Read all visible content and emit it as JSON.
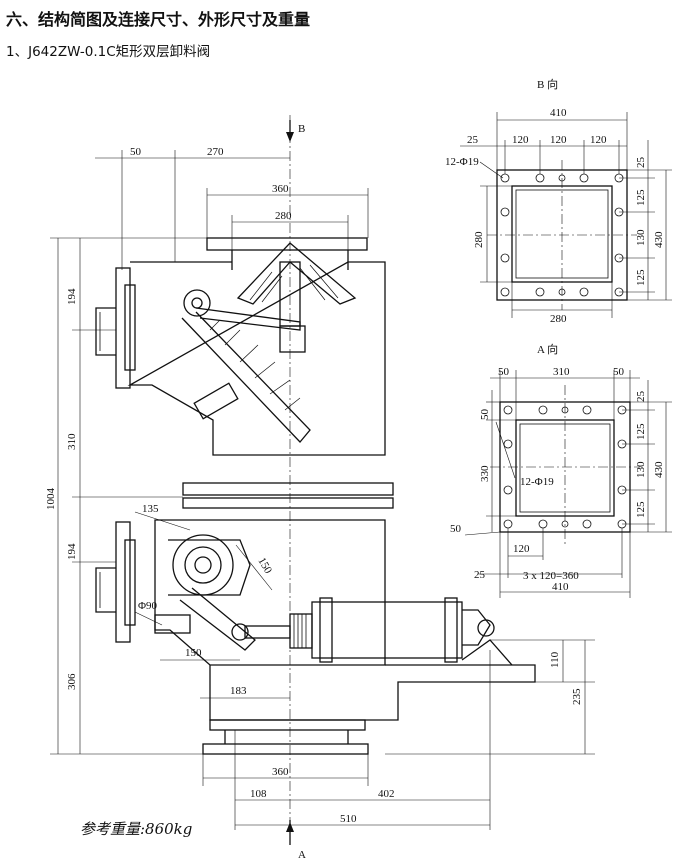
{
  "heading": "六、结构简图及连接尺寸、外形尺寸及重量",
  "subheading": "1、J642ZW-0.1C矩形双层卸料阀",
  "weight_label": "参考重量:860kg",
  "front_view": {
    "section_mark_top": "B",
    "section_mark_bottom": "A",
    "dims": {
      "d50": "50",
      "d270": "270",
      "d360_top": "360",
      "d280_top": "280",
      "d194_a": "194",
      "d310": "310",
      "d1004": "1004",
      "d135": "135",
      "d194_b": "194",
      "d150_diag": "150",
      "phi90": "Φ90",
      "d150": "150",
      "d306": "306",
      "d183": "183",
      "d360_bot": "360",
      "d108": "108",
      "d402": "402",
      "d510": "510",
      "d110": "110",
      "d235": "235"
    }
  },
  "view_b": {
    "title": "B 向",
    "dims": {
      "d410": "410",
      "d25": "25",
      "d120_1": "120",
      "d120_2": "120",
      "d120_3": "120",
      "holes": "12-Φ19",
      "d25_r": "25",
      "d125_1": "125",
      "d130": "130",
      "d125_2": "125",
      "d430": "430",
      "d280_v": "280",
      "d280_h": "280"
    }
  },
  "view_a": {
    "title": "A 向",
    "dims": {
      "d50_a": "50",
      "d310": "310",
      "d50_b": "50",
      "d50_l": "50",
      "d25_r": "25",
      "d125_1": "125",
      "d330": "330",
      "holes": "12-Φ19",
      "d130": "130",
      "d430": "430",
      "d125_2": "125",
      "d50_bl": "50",
      "d120": "120",
      "d25": "25",
      "d3x120": "3 x 120=360",
      "d410": "410"
    }
  }
}
